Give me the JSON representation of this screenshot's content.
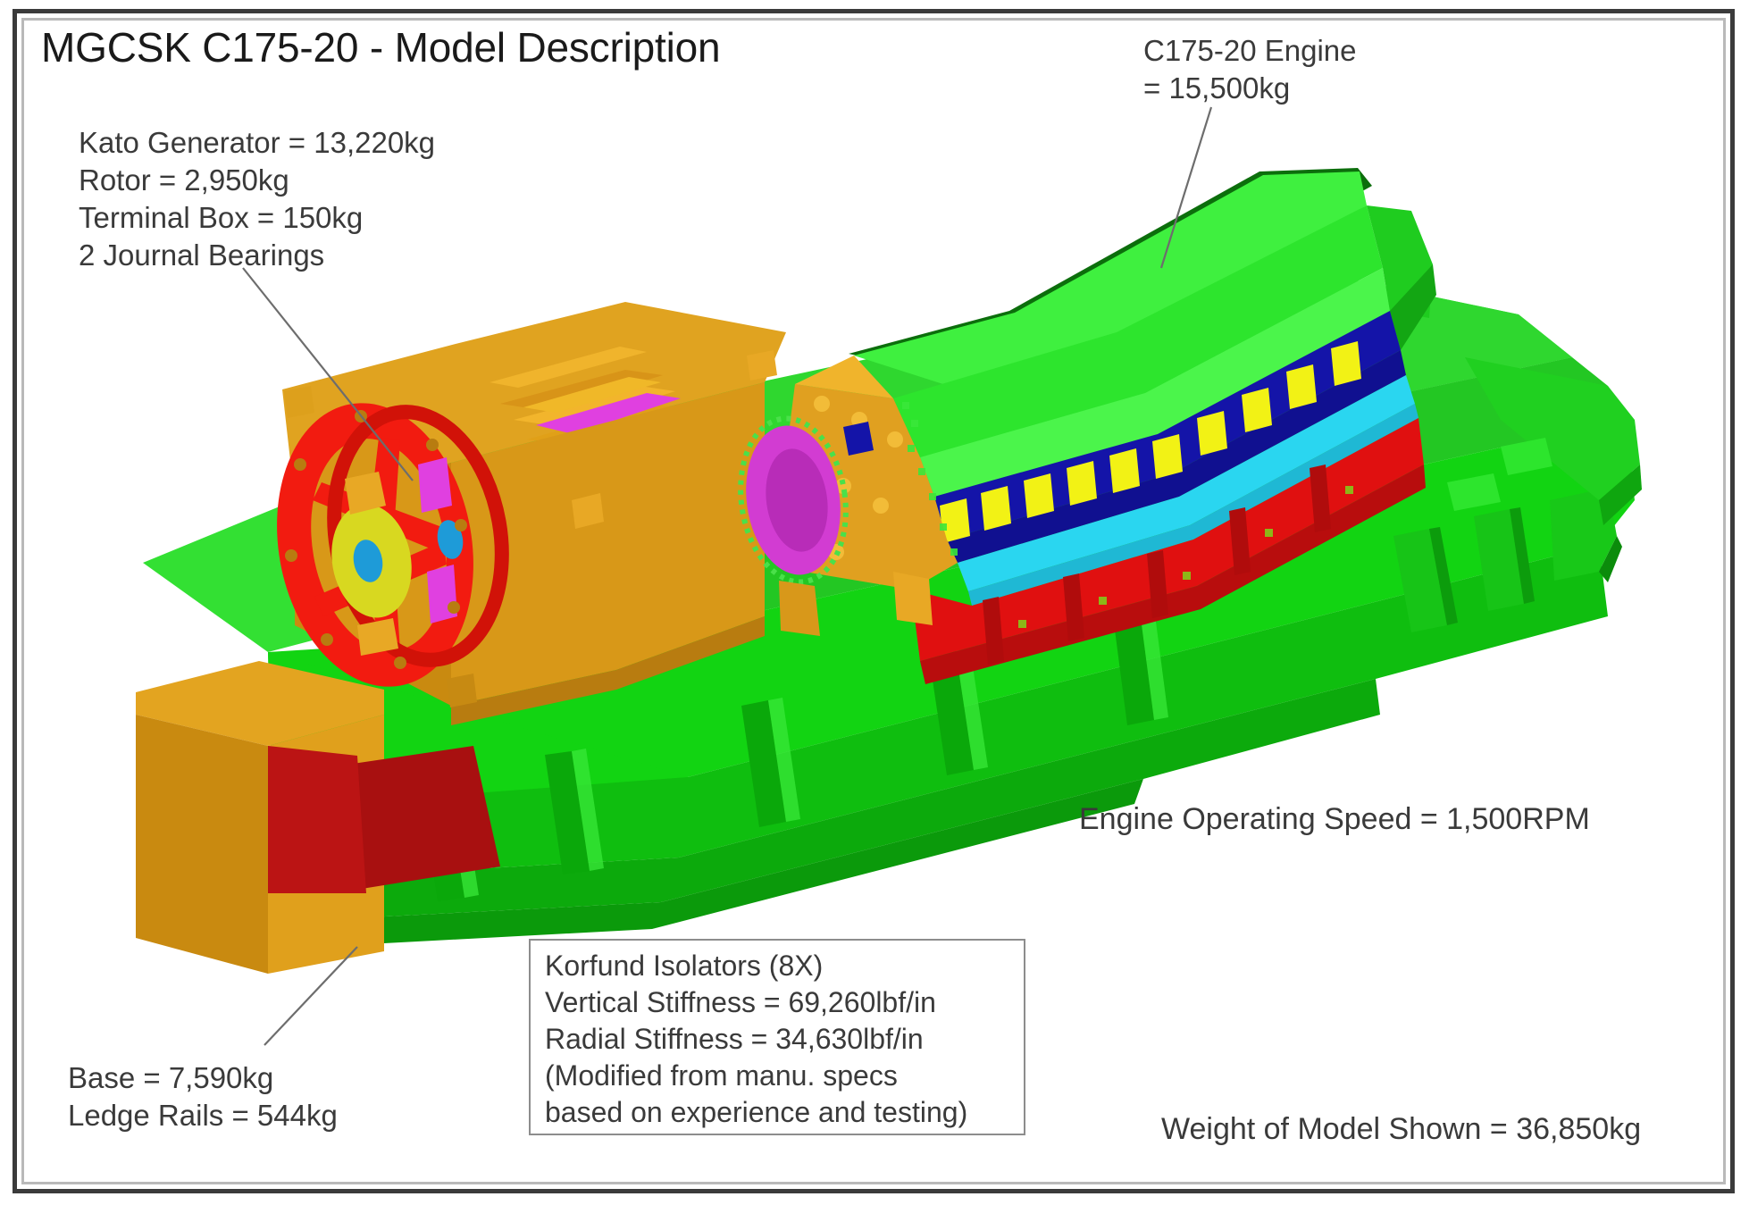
{
  "slide": {
    "title": "MGCSK C175-20 - Model Description"
  },
  "annotations": {
    "generator": {
      "name": "generator-callout",
      "lines": [
        "Kato Generator = 13,220kg",
        "Rotor = 2,950kg",
        "Terminal Box = 150kg",
        "2 Journal Bearings"
      ]
    },
    "engine": {
      "name": "engine-callout",
      "lines": [
        "C175-20 Engine",
        "= 15,500kg"
      ]
    },
    "base": {
      "name": "base-callout",
      "lines": [
        "Base = 7,590kg",
        "Ledge Rails = 544kg"
      ]
    },
    "speed": {
      "name": "engine-speed-note",
      "text": "Engine Operating Speed = 1,500RPM"
    },
    "weight": {
      "name": "model-weight-note",
      "text": "Weight of Model Shown = 36,850kg"
    },
    "korfund": {
      "name": "korfund-isolator-box",
      "lines": [
        "Korfund Isolators (8X)",
        "Vertical Stiffness = 69,260lbf/in",
        "Radial Stiffness = 34,630lbf/in",
        "(Modified from manu. specs",
        "based on experience and testing)"
      ]
    }
  },
  "colors": {
    "border_outer": "#3b3b3b",
    "border_inner": "#b9b9b9",
    "text": "#3a3a3a",
    "title": "#1a1a1a",
    "base_green": "#12d412",
    "base_green_light": "#3dfb3d",
    "base_green_dark": "#0faa0f",
    "generator_orange": "#d9951a",
    "generator_orange_dark": "#b87c10",
    "generator_orange_light": "#e8a825",
    "spider_red": "#f21b10",
    "skirt_red": "#e01010",
    "skirt_red_dark": "#b00d0d",
    "engine_green": "#2de52d",
    "engine_green_light": "#55ff55",
    "engine_green_dark": "#16a516",
    "engine_navy": "#1414a8",
    "cylinder_yellow": "#f2f215",
    "rail_cyan": "#2ad6f0",
    "coil_magenta": "#e83ce8",
    "hub_yellow": "#d8d820",
    "hub_blue": "#1e9bd8",
    "leader_line": "#6d6d6d"
  },
  "model": {
    "parts": [
      "engine-block",
      "generator-housing",
      "generator-spider",
      "base-frame",
      "ledge-rails",
      "korfund-isolators",
      "terminal-box"
    ]
  }
}
